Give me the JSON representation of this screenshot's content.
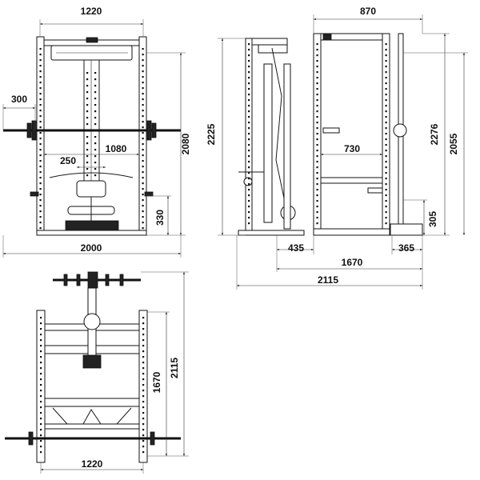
{
  "front_view": {
    "width": "1220",
    "bar_overhang": "300",
    "lat_seat_width": "250",
    "inner_width": "1080",
    "height": "2080",
    "safety_height": "330",
    "total_width": "2000"
  },
  "side_view": {
    "depth": "870",
    "total_height": "2225",
    "inner_depth": "730",
    "height_with_pulley": "2276",
    "upright_height": "2055",
    "base_height": "305",
    "front_extension": "435",
    "rack_depth": "1670",
    "rear_extension": "365",
    "total_depth": "2115"
  },
  "top_view": {
    "total_length": "2115",
    "rack_length": "1670",
    "width": "1220"
  },
  "colors": {
    "line": "#1a1a1a",
    "background": "#ffffff"
  }
}
